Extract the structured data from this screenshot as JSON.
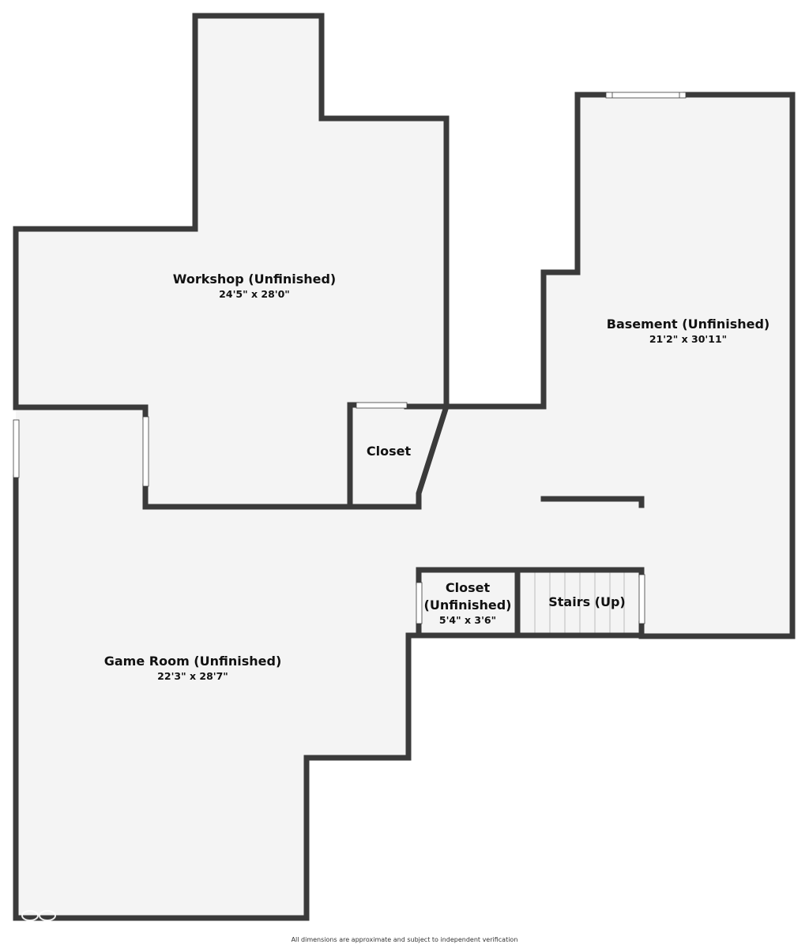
{
  "colors": {
    "wall": "#3a3a3a",
    "floor": "#f4f4f4",
    "background": "#ffffff",
    "window": "#ffffff",
    "stair_line": "#bdbdbd"
  },
  "rooms": {
    "workshop": {
      "name": "Workshop (Unfinished)",
      "dimensions": "24'5\" x 28'0\""
    },
    "basement": {
      "name": "Basement (Unfinished)",
      "dimensions": "21'2\" x 30'11\""
    },
    "closet": {
      "name": "Closet"
    },
    "closet_unfinished": {
      "name_line1": "Closet",
      "name_line2": "(Unfinished)",
      "dimensions": "5'4\" x 3'6\""
    },
    "stairs": {
      "name": "Stairs (Up)"
    },
    "game_room": {
      "name": "Game Room (Unfinished)",
      "dimensions": "22'3\" x 28'7\""
    }
  },
  "footer_note": "All dimensions are approximate and subject to independent verification"
}
